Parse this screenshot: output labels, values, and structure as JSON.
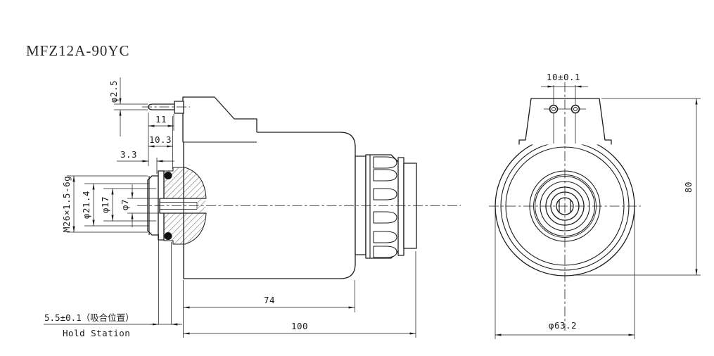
{
  "drawing": {
    "title": "MFZ12A-90YC",
    "side_view": {
      "dim_pin_diameter": "φ2.5",
      "dim_pin_length": "11",
      "dim_10_3": "10.3",
      "dim_3_3": "3.3",
      "dim_thread": "M26×1.5-6g",
      "dim_dia_21_4": "φ21.4",
      "dim_dia_17": "φ17",
      "dim_dia_7": "φ7",
      "dim_body_length": "74",
      "dim_overall_length": "100",
      "dim_hold_station_cn": "5.5±0.1（吸合位置）",
      "dim_hold_station_en": "Hold Station"
    },
    "front_view": {
      "dim_pin_spacing": "10±0.1",
      "dim_height": "80",
      "dim_outer_diameter": "φ63.2"
    },
    "colors": {
      "line": "#1c1c1c",
      "background": "#ffffff",
      "oring": "#111111"
    }
  }
}
